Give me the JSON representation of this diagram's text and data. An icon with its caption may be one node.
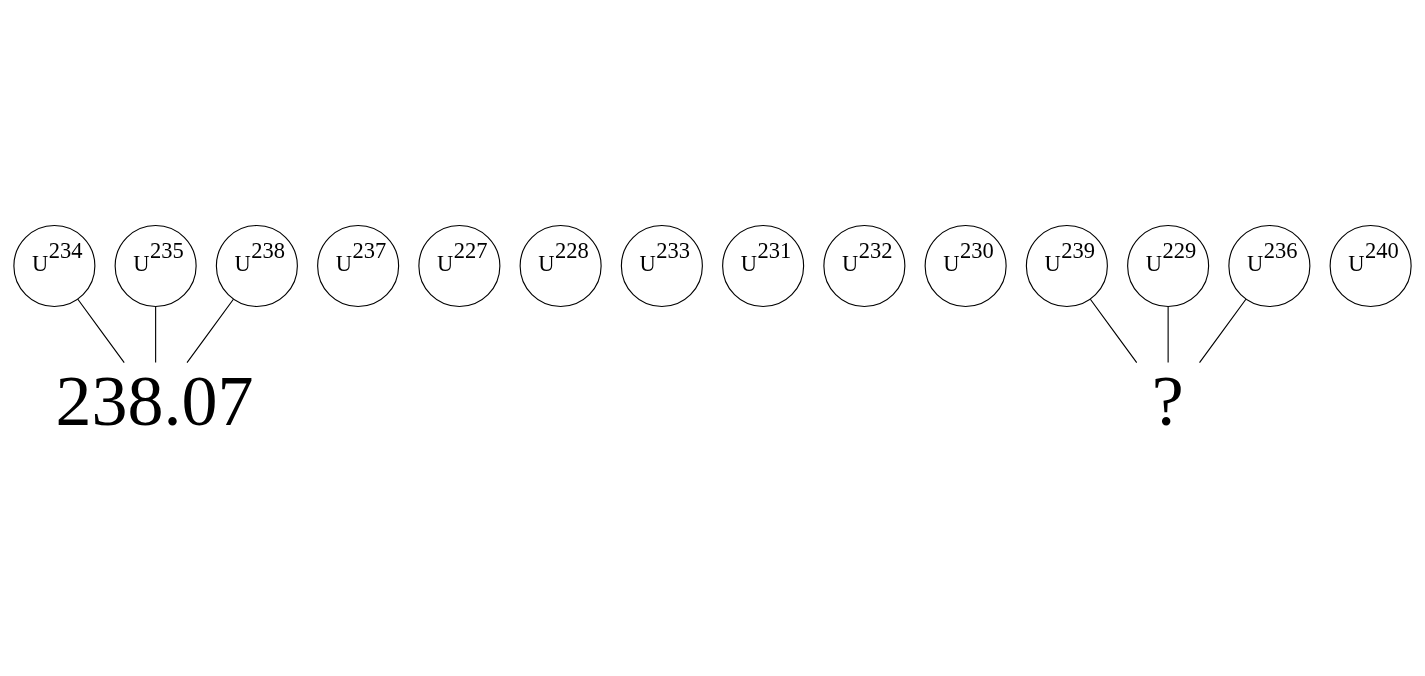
{
  "diagram": {
    "nodes": [
      {
        "text": [
          "U$^{234}$"
        ]
      },
      {
        "text": [
          "U$^{235}$"
        ]
      },
      {
        "text": [
          "U$^{238}$"
        ]
      },
      {
        "text": [
          "238.07"
        ]
      },
      {
        "text": [
          "U$^{237}$"
        ]
      },
      {
        "text": [
          "U$^{227}$"
        ]
      },
      {
        "text": [
          "U$^{228}$"
        ]
      },
      {
        "text": [
          "U$^{233}$"
        ]
      },
      {
        "text": [
          "U$^{231}$"
        ]
      },
      {
        "text": [
          "U$^{232}$"
        ]
      },
      {
        "text": [
          "U$^{230}$"
        ]
      },
      {
        "text": [
          "U$^{239}$"
        ]
      },
      {
        "text": [
          "U$^{240}$"
        ]
      },
      {
        "text": [
          "U$^{229}$"
        ]
      },
      {
        "text": [
          "U$^{236}$"
        ]
      },
      {
        "text": [
          "?"
        ]
      }
    ],
    "edges": [
      {
        "from": 0,
        "to": 3,
        "arrow": "none"
      },
      {
        "from": 1,
        "to": 3,
        "arrow": "none"
      },
      {
        "from": 2,
        "to": 3,
        "arrow": "none"
      },
      {
        "from": 13,
        "to": 15,
        "arrow": "none"
      },
      {
        "from": 11,
        "to": 15,
        "arrow": "none"
      },
      {
        "from": 14,
        "to": 15,
        "arrow": "none"
      }
    ]
  }
}
